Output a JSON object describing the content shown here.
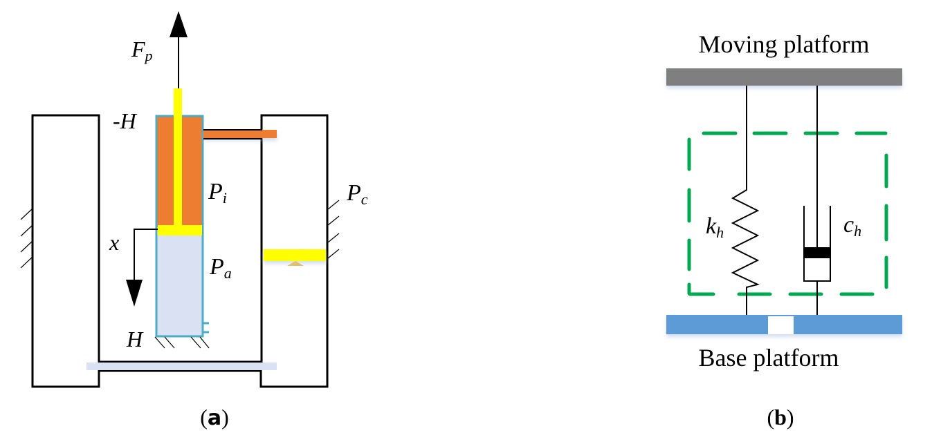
{
  "panel_a": {
    "caption_open": "(",
    "caption_letter": "a",
    "caption_close": ")",
    "labels": {
      "force": "F",
      "force_sub": "p",
      "top_position": "-H",
      "bottom_position": "H",
      "displacement": "x",
      "inner_pressure": "P",
      "inner_pressure_sub": "i",
      "annular_pressure": "P",
      "annular_pressure_sub": "a",
      "chamber_pressure": "P",
      "chamber_pressure_sub": "c"
    },
    "colors": {
      "rod": "#ffff00",
      "inner_chamber": "#ed7d31",
      "annular_chamber": "#d9e1f2",
      "cylinder_outline": "#4bacc6",
      "base_plate": "#d9e1f2",
      "outline": "#000000"
    }
  },
  "panel_b": {
    "caption_open": "(",
    "caption_letter": "b",
    "caption_close": ")",
    "top_label": "Moving platform",
    "bottom_label": "Base platform",
    "spring_label": "k",
    "spring_sub": "h",
    "damper_label": "c",
    "damper_sub": "h",
    "colors": {
      "moving_platform": "#7f7f7f",
      "base_platform": "#5b9bd5",
      "dashed_box": "#00a84f"
    }
  }
}
